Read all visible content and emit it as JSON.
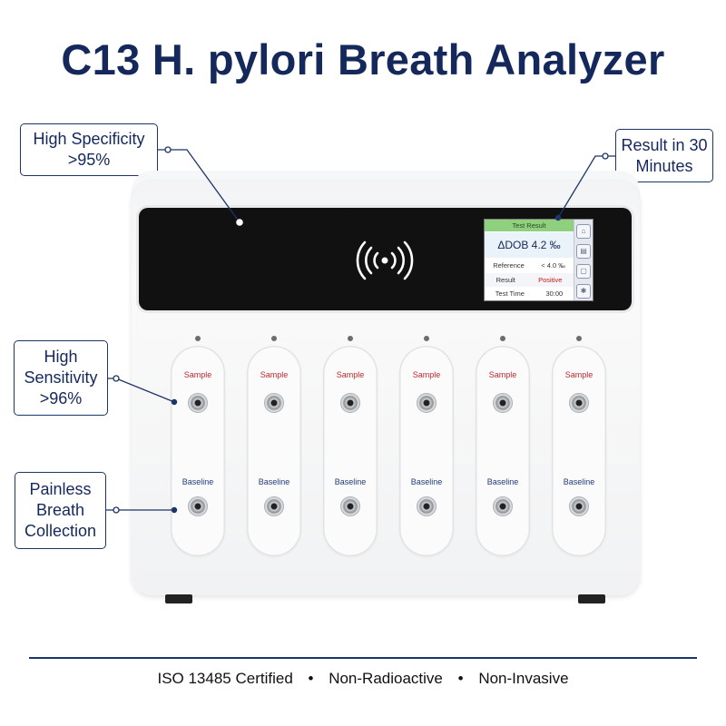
{
  "title": "C13 H. pylori Breath Analyzer",
  "callouts": {
    "specificity": "High Specificity >95%",
    "result_time": "Result in 30 Minutes",
    "sensitivity": "High Sensitivity >96%",
    "painless": "Painless Breath Collection"
  },
  "screen": {
    "header": "Test Result",
    "dob": "ΔDOB  4.2 ‰",
    "reference_label": "Reference",
    "reference_value": "< 4.0 ‰",
    "result_label": "Result",
    "result_value": "Positive",
    "time_label": "Test Time",
    "time_value": "30:00",
    "icons": [
      "home-icon",
      "chart-icon",
      "document-icon",
      "settings-icon"
    ]
  },
  "ports": {
    "count": 6,
    "sample_label": "Sample",
    "baseline_label": "Baseline"
  },
  "footer": {
    "item1": "ISO 13485 Certified",
    "item2": "Non-Radioactive",
    "item3": "Non-Invasive",
    "separator": "•"
  },
  "colors": {
    "title": "#14285c",
    "sample_label": "#c0282d",
    "baseline_label": "#1f3c7a",
    "screen_header": "#8fd07f",
    "result_positive": "#d11a1a"
  }
}
